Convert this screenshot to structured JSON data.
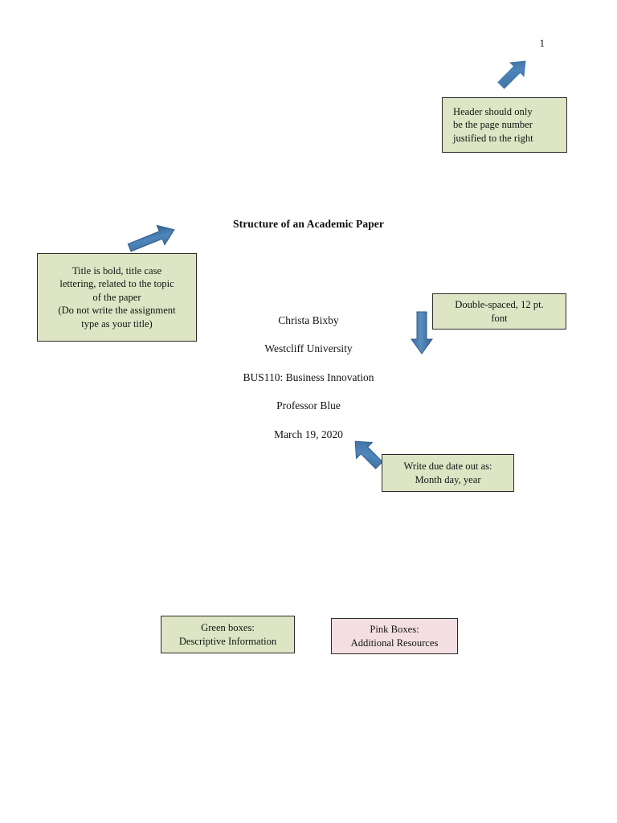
{
  "document": {
    "page_number": "1",
    "title": "Structure of an Academic Paper",
    "byline": [
      "Christa Bixby",
      "Westcliff University",
      "BUS110: Business Innovation",
      "Professor Blue",
      "March 19, 2020"
    ]
  },
  "callouts": {
    "header": {
      "lines": [
        "Header should only",
        "be the page number",
        "justified to the right"
      ],
      "color": "#dde5c4",
      "type": "green"
    },
    "title": {
      "lines": [
        "Title is bold, title case",
        "lettering, related to the topic",
        "of the paper",
        "(Do not write the assignment",
        "type as your title)"
      ],
      "color": "#dde5c4",
      "type": "green"
    },
    "spacing": {
      "lines": [
        "Double-spaced, 12 pt.",
        "font"
      ],
      "color": "#dde5c4",
      "type": "green"
    },
    "duedate": {
      "lines": [
        "Write due date out as:",
        "Month day, year"
      ],
      "color": "#dde5c4",
      "type": "green"
    }
  },
  "legend": {
    "green": {
      "lines": [
        "Green boxes:",
        "Descriptive Information"
      ],
      "color": "#dde5c4"
    },
    "pink": {
      "lines": [
        "Pink Boxes:",
        "Additional Resources"
      ],
      "color": "#f3dfe1"
    }
  },
  "arrows": {
    "color": "#4574a5",
    "edge_color": "#2f5party",
    "items": [
      {
        "name": "arrow-to-page-number",
        "direction": "up-right"
      },
      {
        "name": "arrow-to-title",
        "direction": "up-right"
      },
      {
        "name": "arrow-to-spacing-text",
        "direction": "down"
      },
      {
        "name": "arrow-to-date",
        "direction": "up-left"
      }
    ]
  }
}
